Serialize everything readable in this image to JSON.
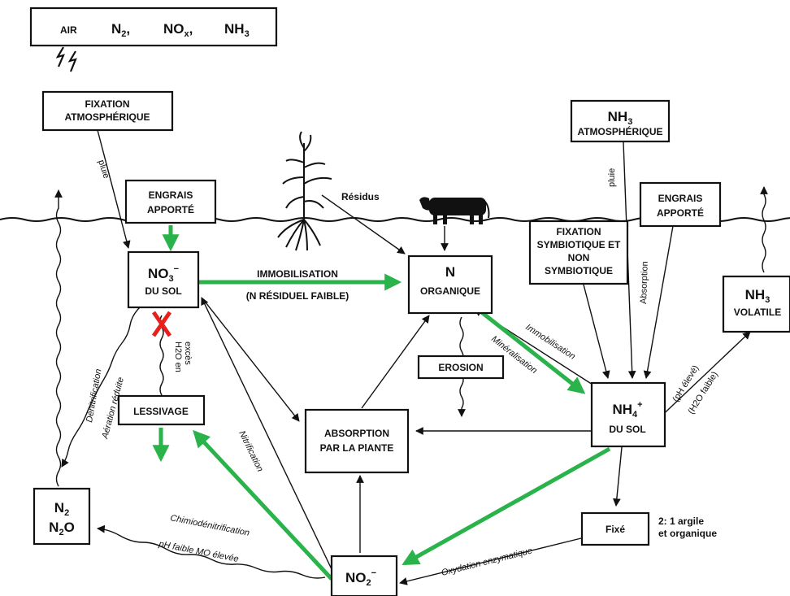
{
  "colors": {
    "accent_green": "#29b34a",
    "blocked_red": "#e8201c",
    "ink": "#111111"
  },
  "boxes": {
    "air": {
      "label": "AIR",
      "n2": "N",
      "n2_sub": "2",
      "sep1": ",",
      "nox": "NO",
      "nox_sub": "x",
      "sep2": ",",
      "nh3": "NH",
      "nh3_sub": "3"
    },
    "fixation_atm": {
      "line1": "FIXATION",
      "line2": "ATMOSPHÉRIQUE"
    },
    "engrais_left": {
      "line1": "ENGRAIS",
      "line2": "APPORTÉ"
    },
    "no3_sol": {
      "main": "NO",
      "sub": "3",
      "sup": "−",
      "line2": "DU SOL"
    },
    "lessivage": {
      "label": "LESSIVAGE"
    },
    "n2_n2o": {
      "line1_main": "N",
      "line1_sub": "2",
      "line2_main": "N",
      "line2_sub": "2",
      "line2_tail": "O"
    },
    "n_organique": {
      "line1": "N",
      "line2": "ORGANIQUE"
    },
    "erosion": {
      "label": "EROSION"
    },
    "absorption_plante": {
      "line1": "ABSORPTION",
      "line2": "PAR LA PlANTE"
    },
    "no2": {
      "main": "NO",
      "sub": "2",
      "sup": "−"
    },
    "nh3_atm": {
      "main": "NH",
      "sub": "3",
      "line2": "ATMOSPHÉRIQUE"
    },
    "engrais_right": {
      "line1": "ENGRAIS",
      "line2": "APPORTÉ"
    },
    "fixation_symb": {
      "line1": "FIXATION",
      "line2": "SYMBIOTIQUE ET",
      "line3": "NON",
      "line4": "SYMBIOTIQUE"
    },
    "nh4_sol": {
      "main": "NH",
      "sub": "4",
      "sup": "+",
      "line2": "DU SOL"
    },
    "nh3_volatile": {
      "main": "NH",
      "sub": "3",
      "line2": "VOLATILE"
    },
    "fixe": {
      "label": "Fixé"
    }
  },
  "labels": {
    "pluie_left": "pluie",
    "pluie_right": "pluie",
    "residus": "Résidus",
    "immobilisation_top": "IMMOBILISATION",
    "n_residuel": "(N RÉSIDUEL FAIBLE)",
    "h2o_exces_1": "H2O en",
    "h2o_exces_2": "excès",
    "denitrification": "Dénitrification",
    "aeration_reduite": "Aération réduite",
    "nitrification": "Nitrification",
    "immobilisation_diag": "Immobilisation",
    "mineralisation": "Minéralisation",
    "absorption_vert": "Absorption",
    "ph_eleve": "(pH élevé)",
    "h2o_faible": "(H2O faible)",
    "chimiodenitrification": "Chimiodénitrification",
    "ph_faible_mo": "pH faible MO élevée",
    "oxydation": "Oxydation enzymatique",
    "argile_1": "2: 1 argile",
    "argile_2": "et organique"
  }
}
